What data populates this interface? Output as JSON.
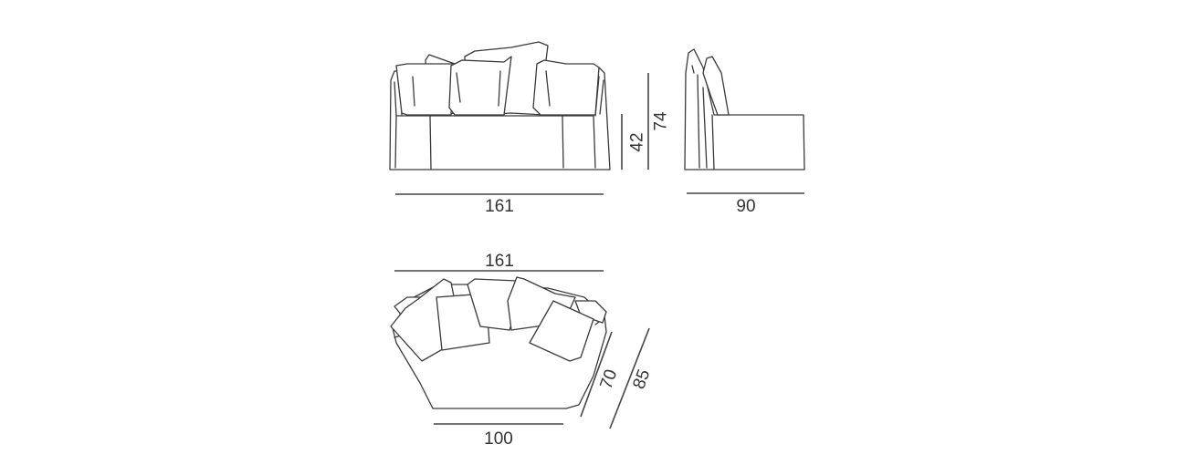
{
  "diagram": {
    "front_view": {
      "width_label": "161",
      "seat_height_label": "42",
      "total_height_label": "74"
    },
    "side_view": {
      "depth_label": "90"
    },
    "top_view": {
      "back_width_label": "161",
      "front_width_label": "100",
      "inner_depth_label": "70",
      "outer_depth_label": "85"
    }
  }
}
